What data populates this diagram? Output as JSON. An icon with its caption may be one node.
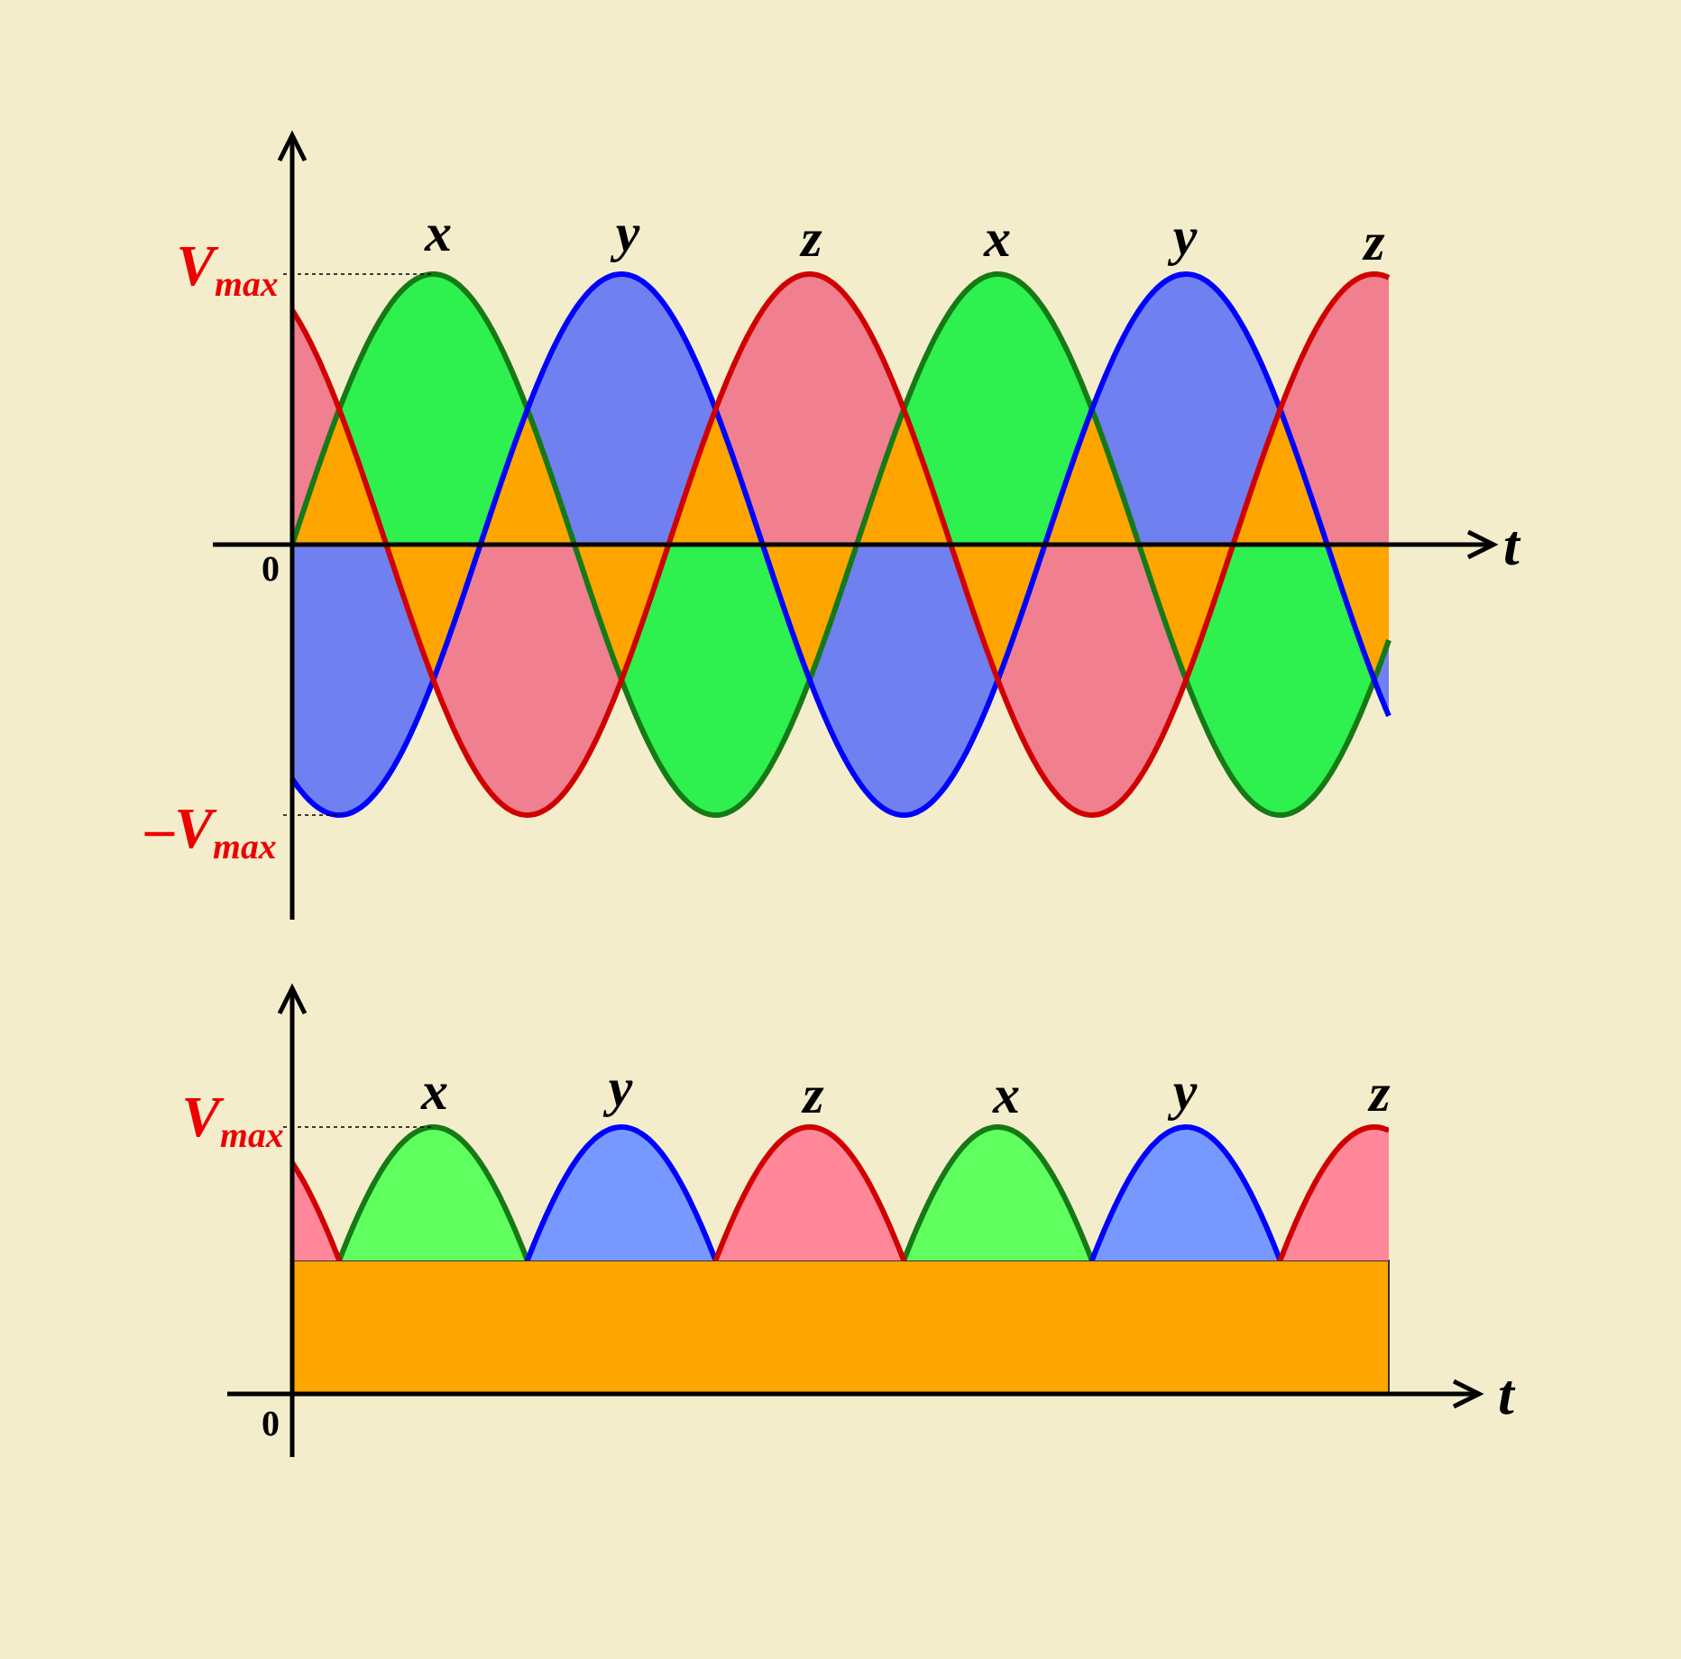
{
  "diagram": {
    "labels": [
      "x",
      "y",
      "z",
      "x",
      "y",
      "z",
      "V$_{max}$",
      "t",
      "0",
      "–V$_{max}$",
      "x",
      "y",
      "z",
      "x",
      "y",
      "z",
      "V$_{max}$",
      "t",
      "0"
    ]
  }
}
